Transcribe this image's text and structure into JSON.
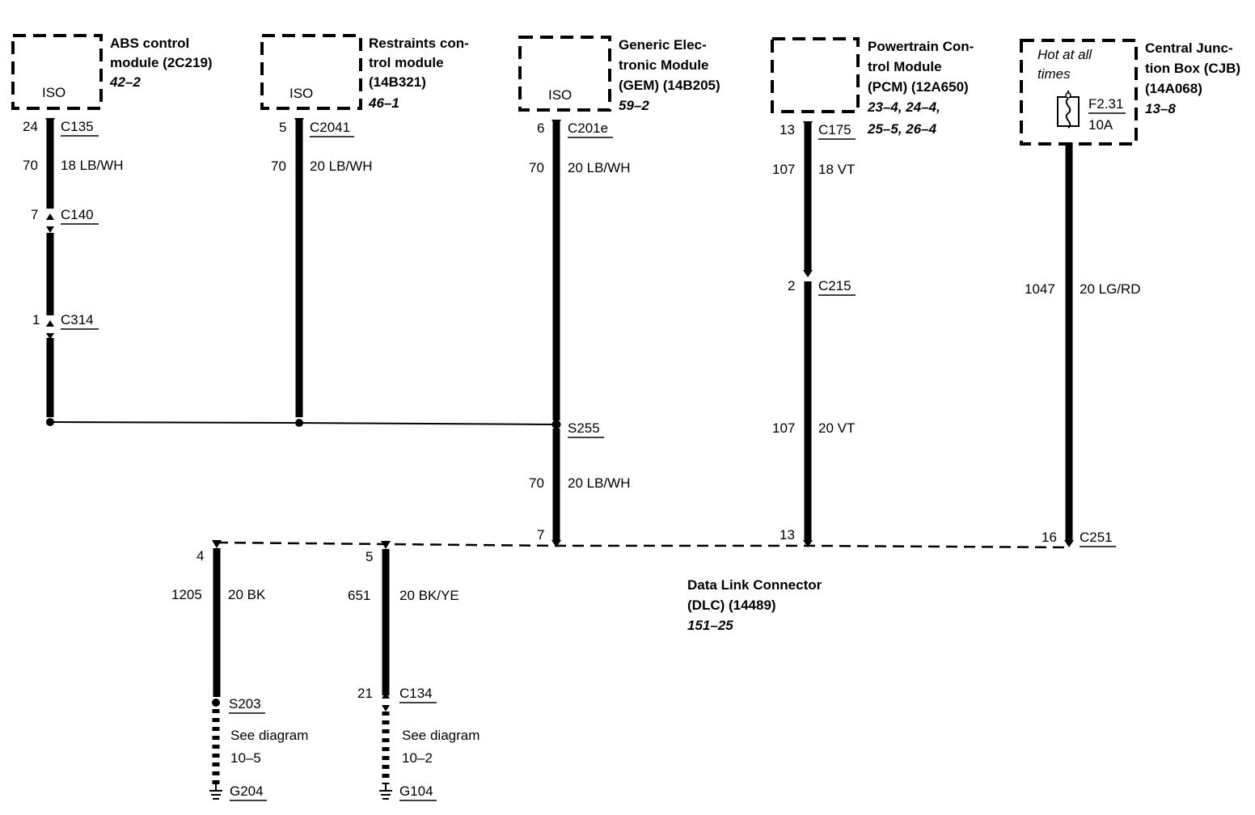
{
  "modules": {
    "abs": {
      "iso": "ISO",
      "name_line1": "ABS control",
      "name_line2": "module (2C219)",
      "ref": "42–2"
    },
    "restraints": {
      "iso": "ISO",
      "name_line1": "Restraints con-",
      "name_line2": "trol module",
      "name_line3": "(14B321)",
      "ref": "46–1"
    },
    "gem": {
      "iso": "ISO",
      "name_line1": "Generic Elec-",
      "name_line2": "tronic Module",
      "name_line3": "(GEM) (14B205)",
      "ref": "59–2"
    },
    "pcm": {
      "name_line1": "Powertrain Con-",
      "name_line2": "trol Module",
      "name_line3": "(PCM) (12A650)",
      "ref_line1": "23–4, 24–4,",
      "ref_line2": "25–5, 26–4"
    },
    "cjb": {
      "note_line1": "Hot at all",
      "note_line2": "times",
      "fuse": "F2.31",
      "fuse_rating": "10A",
      "name_line1": "Central Junc-",
      "name_line2": "tion Box (CJB)",
      "name_line3": "(14A068)",
      "ref": "13–8"
    }
  },
  "abs_wire": {
    "pin1": "24",
    "conn1": "C135",
    "circuit": "70",
    "wire": "18 LB/WH",
    "pin2": "7",
    "conn2": "C140",
    "pin3": "1",
    "conn3": "C314"
  },
  "restraints_wire": {
    "pin": "5",
    "conn": "C2041",
    "circuit": "70",
    "wire": "20 LB/WH"
  },
  "gem_wire": {
    "pin": "6",
    "conn": "C201e",
    "circuit": "70",
    "wire": "20 LB/WH",
    "splice": "S255",
    "circuit2": "70",
    "wire2": "20 LB/WH",
    "dlc_pin": "7"
  },
  "pcm_wire": {
    "pin": "13",
    "conn": "C175",
    "circuit": "107",
    "wire": "18 VT",
    "pin2": "2",
    "conn2": "C215",
    "circuit2": "107",
    "wire2": "20 VT",
    "dlc_pin": "13"
  },
  "cjb_wire": {
    "circuit": "1047",
    "wire": "20 LG/RD",
    "dlc_pin": "16",
    "conn": "C251"
  },
  "dlc": {
    "name_line1": "Data Link Connector",
    "name_line2": "(DLC) (14489)",
    "ref": "151–25"
  },
  "ground1": {
    "pin": "4",
    "circuit": "1205",
    "wire": "20 BK",
    "splice": "S203",
    "see_line1": "See diagram",
    "see_line2": "10–5",
    "ground": "G204"
  },
  "ground2": {
    "pin": "5",
    "circuit": "651",
    "wire": "20 BK/YE",
    "pin2": "21",
    "conn": "C134",
    "see_line1": "See diagram",
    "see_line2": "10–2",
    "ground": "G104"
  }
}
